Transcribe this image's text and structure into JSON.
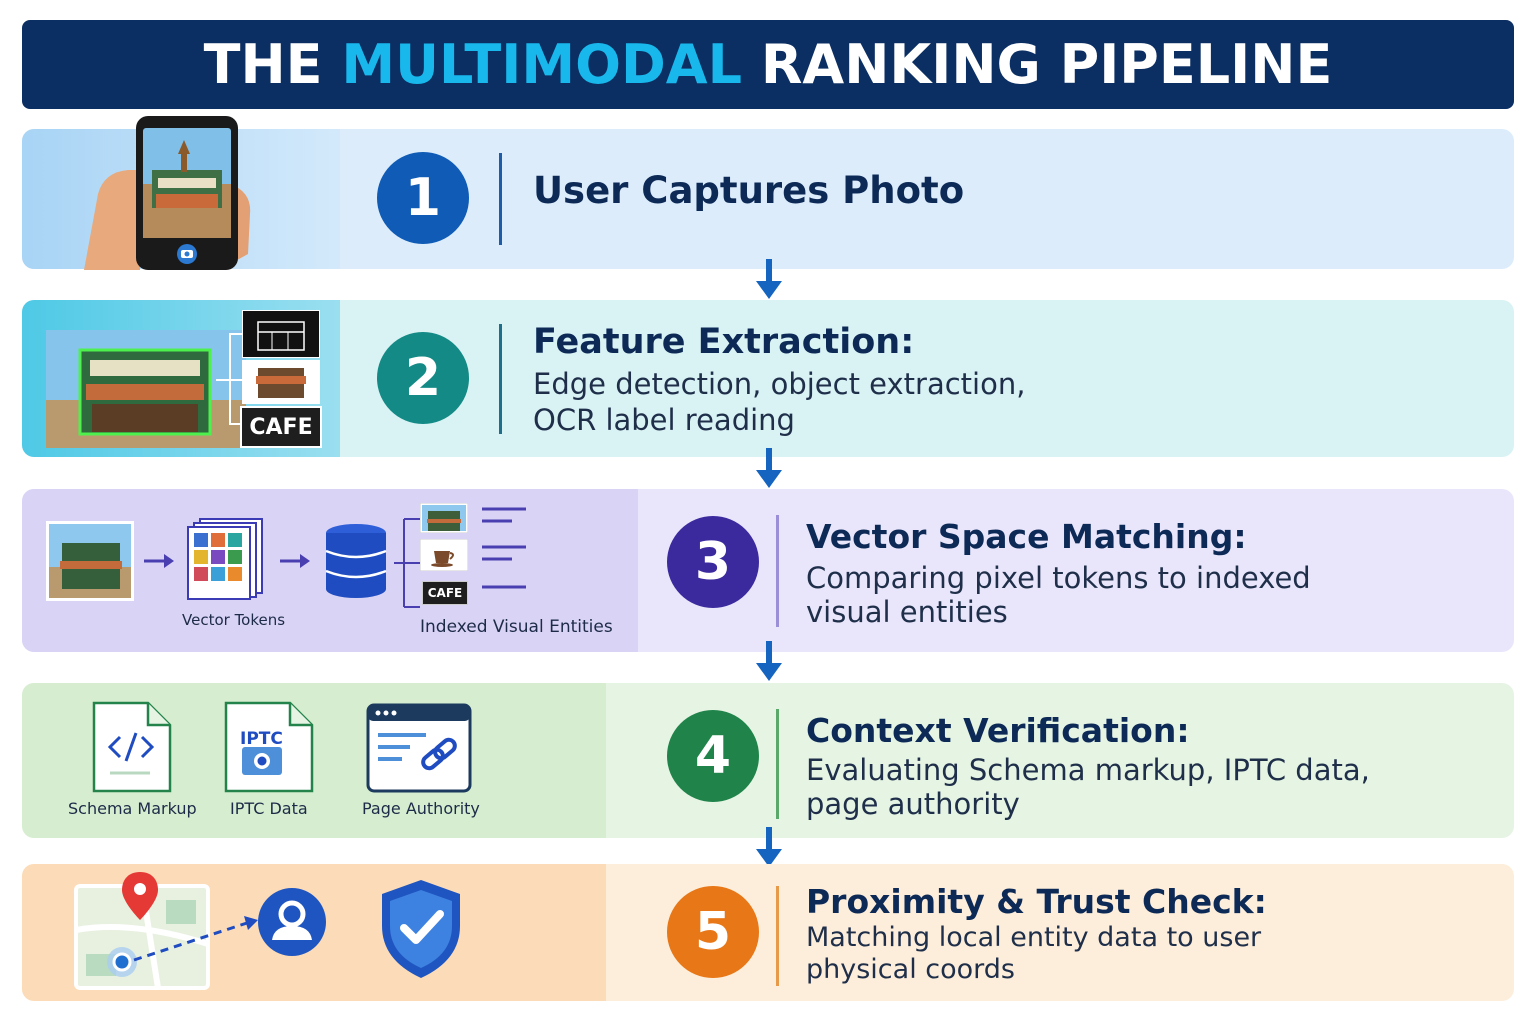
{
  "title": {
    "prefix": "THE ",
    "accent": "MULTIMODAL",
    "suffix": " RANKING PIPELINE"
  },
  "colors": {
    "header_bg": "#0b2e63",
    "title_accent": "#18b8ec",
    "step1": "#0f5bb5",
    "step2": "#138a85",
    "step3": "#3b2a9e",
    "step4": "#20844a",
    "step5": "#e77717",
    "arrow": "#1565c0"
  },
  "steps": [
    {
      "number": "1",
      "title": "User Captures Photo",
      "description": ""
    },
    {
      "number": "2",
      "title": "Feature Extraction:",
      "description": "Edge detection, object extraction, OCR label reading",
      "cafe_label": "CAFE"
    },
    {
      "number": "3",
      "title": "Vector Space Matching:",
      "description": "Comparing pixel tokens to indexed visual entities",
      "labels": {
        "vector_tokens": "Vector Tokens",
        "indexed_entities": "Indexed Visual Entities",
        "cafe_label": "CAFE"
      }
    },
    {
      "number": "4",
      "title": "Context Verification:",
      "description": "Evaluating Schema markup, IPTC data, page authority",
      "labels": {
        "schema": "Schema Markup",
        "iptc": "IPTC Data",
        "iptc_icon_text": "IPTC",
        "authority": "Page Authority"
      }
    },
    {
      "number": "5",
      "title": "Proximity & Trust Check:",
      "description": "Matching local entity data to user physical coords"
    }
  ],
  "icons": {
    "step1": [
      "hand-icon",
      "smartphone-icon",
      "camera-icon"
    ],
    "step3": [
      "database-icon",
      "coffee-cup-icon"
    ],
    "step4": [
      "code-document-icon",
      "camera-document-icon",
      "browser-link-icon"
    ],
    "step5": [
      "map-icon",
      "map-pin-icon",
      "user-icon",
      "shield-check-icon"
    ]
  }
}
